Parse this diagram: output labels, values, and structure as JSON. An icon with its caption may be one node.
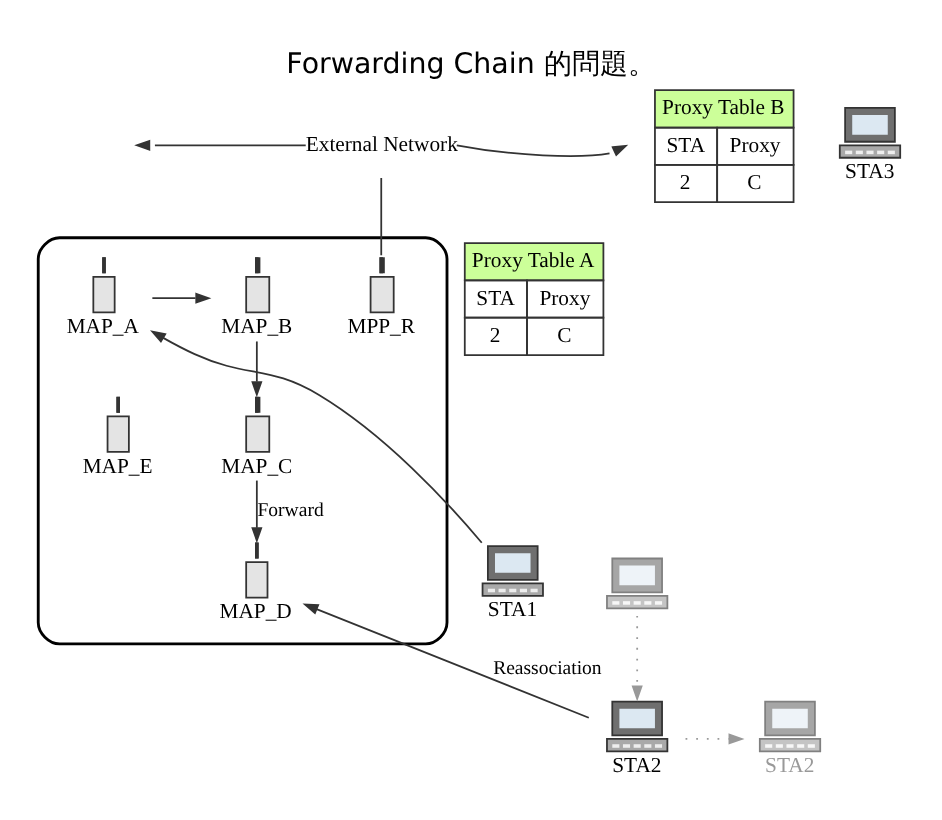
{
  "diagram": {
    "title": "Forwarding Chain 的問題。",
    "nodes": [
      {
        "text": [
          "External Network"
        ]
      },
      {
        "text": [
          "Proxy Table B",
          "STA",
          "Proxy",
          "2",
          "C"
        ]
      },
      {
        "text": [],
        "shape": "cloud"
      },
      {
        "text": [
          "MPP_R"
        ],
        "in": 2
      },
      {
        "text": [
          "STA3"
        ]
      },
      {
        "text": [
          "Proxy Table A",
          "STA",
          "Proxy",
          "2",
          "C"
        ]
      },
      {
        "text": [
          "MAP_B"
        ],
        "in": 2
      },
      {
        "text": [
          "MAP_A"
        ],
        "in": 2
      },
      {
        "text": [
          "MAP_C"
        ],
        "in": 2
      },
      {
        "text": [
          "MAP_E"
        ],
        "in": 2
      },
      {
        "text": [
          "MAP_D"
        ],
        "in": 2
      },
      {
        "text": [
          "STA1"
        ]
      },
      {
        "text": [],
        "shape": "picture"
      },
      {
        "text": [
          "STA2"
        ]
      },
      {
        "text": [
          "STA2"
        ]
      }
    ],
    "edges": [
      {
        "from": 0,
        "to": null,
        "arrow": "to"
      },
      {
        "from": 0,
        "to": null,
        "arrow": "to"
      },
      {
        "from": 0,
        "to": 3,
        "arrow": "none"
      },
      {
        "from": 7,
        "to": 6,
        "arrow": "to"
      },
      {
        "from": 6,
        "to": 8,
        "arrow": "to"
      },
      {
        "from": 8,
        "to": 10,
        "arrow": "to",
        "label": "Forward"
      },
      {
        "from": 11,
        "to": 7,
        "arrow": "to"
      },
      {
        "from": 13,
        "to": 10,
        "arrow": "to",
        "label": "Reassociation"
      },
      {
        "from": 12,
        "to": 13,
        "arrow": "to",
        "style": "dashed",
        "color": "#999999"
      },
      {
        "from": 13,
        "to": 14,
        "arrow": "to",
        "style": "dashed",
        "color": "#999999"
      }
    ]
  }
}
